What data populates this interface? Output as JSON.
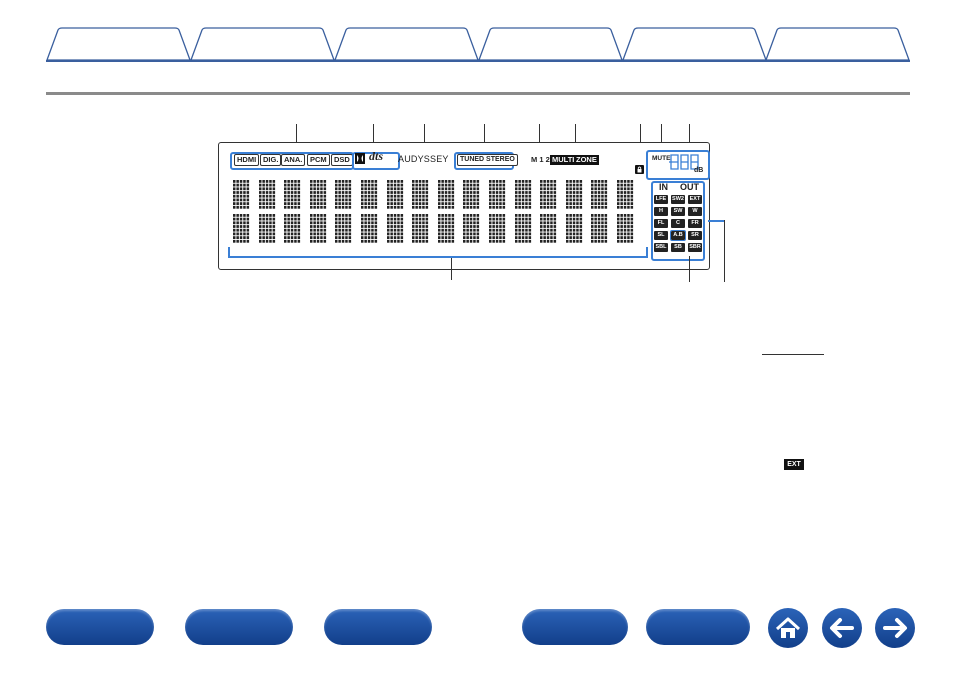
{
  "tabs": [
    {
      "label": ""
    },
    {
      "label": ""
    },
    {
      "label": ""
    },
    {
      "label": ""
    },
    {
      "label": ""
    },
    {
      "label": ""
    }
  ],
  "display": {
    "inputs": [
      "HDMI",
      "DIG.",
      "ANA.",
      "PCM",
      "DSD"
    ],
    "dts_logo": "dts",
    "audyssey": "AUDYSSEY",
    "tuned_stereo": "TUNED STEREO",
    "m12": "M 1 2",
    "multi": "MULTI",
    "zone": "ZONE",
    "mute": "MUTE",
    "db": "dB",
    "in_label": "IN",
    "out_label": "OUT",
    "channels": [
      [
        "LFE",
        "SW2",
        "EXT"
      ],
      [
        "H",
        "SW",
        "W"
      ],
      [
        "FL",
        "C",
        "FR"
      ],
      [
        "SL",
        "A.B",
        "SR"
      ],
      [
        "SBL",
        "SB",
        "SBR"
      ]
    ]
  },
  "ext_badge": "EXT",
  "colors": {
    "accent": "#3a7fd5",
    "nav": "#1d4f9e"
  },
  "nav": {
    "icons": [
      "home-icon",
      "back-arrow-icon",
      "forward-arrow-icon"
    ]
  }
}
